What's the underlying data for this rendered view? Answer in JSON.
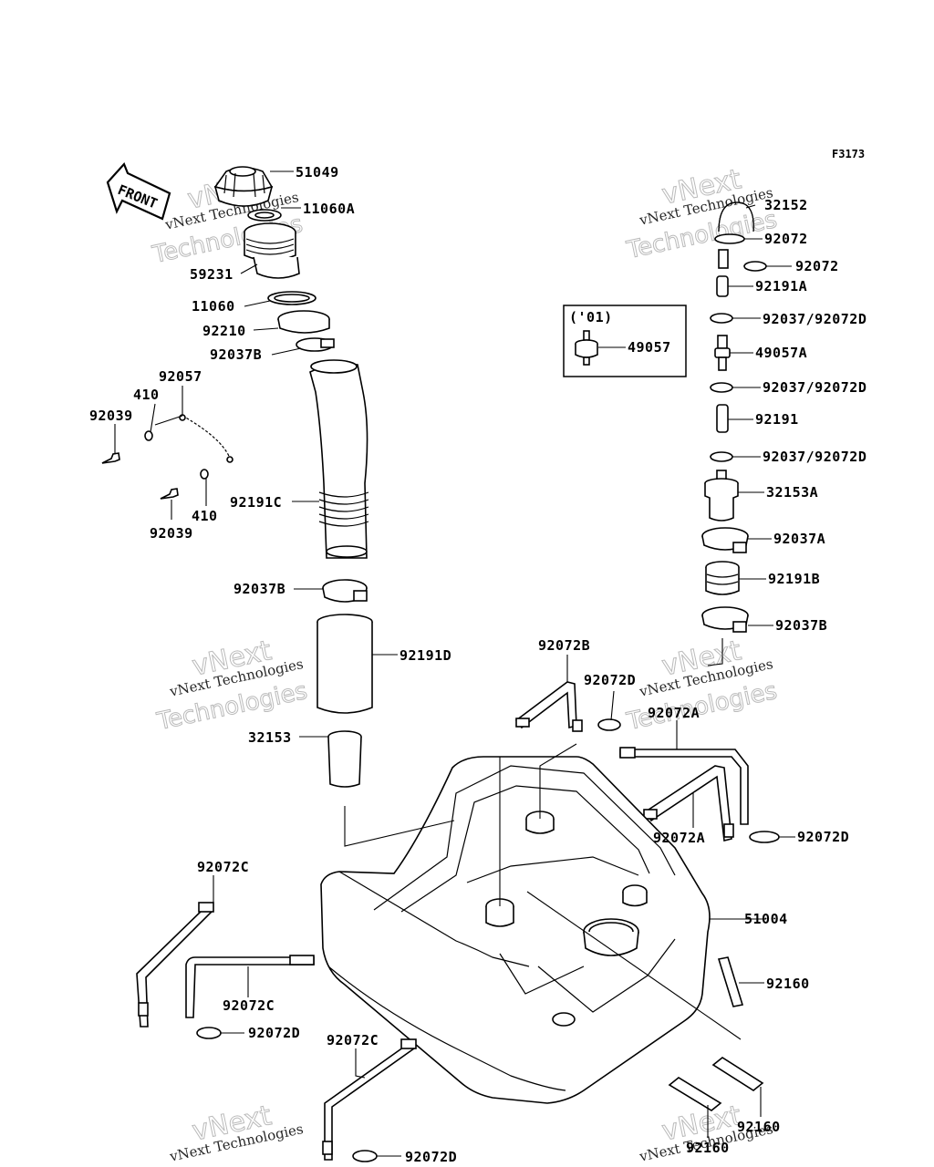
{
  "figure_code": "F3173",
  "front_label": "FRONT",
  "inset_label": "('01)",
  "watermark": {
    "line1": "vNext Technologies",
    "line2": "vNext",
    "line3": "Technologies"
  },
  "labels": {
    "p51049": "51049",
    "p11060a": "11060A",
    "p59231": "59231",
    "p11060": "11060",
    "p92210": "92210",
    "p92037b_top": "92037B",
    "p92057": "92057",
    "p410_a": "410",
    "p92039_a": "92039",
    "p92191c": "92191C",
    "p410_b": "410",
    "p92039_b": "92039",
    "p92037b_mid": "92037B",
    "p92191d": "92191D",
    "p32153": "32153",
    "p32152": "32152",
    "p92072_a": "92072",
    "p92072_b": "92072",
    "p92191a": "92191A",
    "p92037_92072d_a": "92037/92072D",
    "p49057": "49057",
    "p49057a": "49057A",
    "p92037_92072d_b": "92037/92072D",
    "p92191": "92191",
    "p92037_92072d_c": "92037/92072D",
    "p32153a": "32153A",
    "p92037a": "92037A",
    "p92191b": "92191B",
    "p92037b_right": "92037B",
    "p92072b": "92072B",
    "p92072d_a": "92072D",
    "p92072a_top": "92072A",
    "p92072a_bot": "92072A",
    "p92072d_b": "92072D",
    "p51004": "51004",
    "p92160_a": "92160",
    "p92160_b": "92160",
    "p92160_c": "92160",
    "p92072c_a": "92072C",
    "p92072c_b": "92072C",
    "p92072d_c": "92072D",
    "p92072c_c": "92072C",
    "p92072d_d": "92072D"
  }
}
